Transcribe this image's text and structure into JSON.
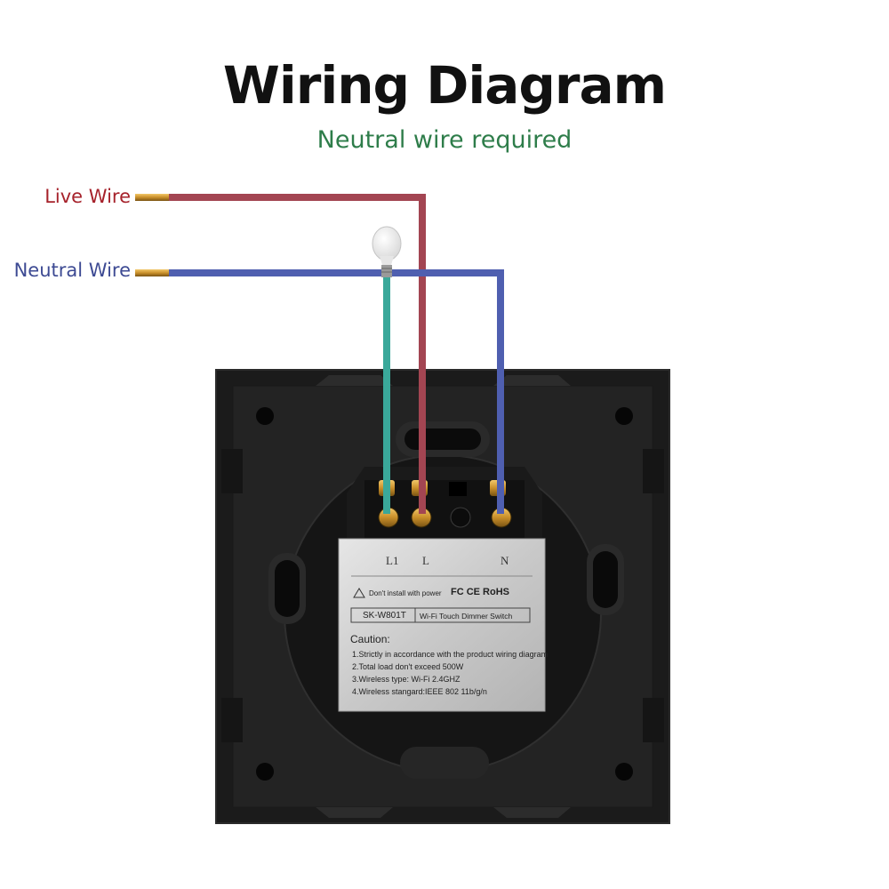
{
  "title": "Wiring Diagram",
  "subtitle": "Neutral wire required",
  "wires": {
    "live_label": "Live Wire",
    "neutral_label": "Neutral Wire"
  },
  "terminals": {
    "l1": "L1",
    "l": "L",
    "n": "N"
  },
  "sticker": {
    "warning": "Don't install with power",
    "certs": "FC CE RoHS",
    "model": "SK-W801T",
    "product": "Wi-Fi Touch Dimmer Switch",
    "caution_title": "Caution:",
    "caution_lines": [
      "1.Strictly in accordance with the product wiring diagram",
      "2.Total load don't exceed 500W",
      "3.Wireless type: Wi-Fi  2.4GHZ",
      "4.Wireless stangard:IEEE 802 11b/g/n"
    ]
  },
  "colors": {
    "live": "#a34552",
    "neutral": "#4f5fb0",
    "load": "#3aa89a",
    "brass": "#c98f2a",
    "panel": "#1c1c1c"
  }
}
